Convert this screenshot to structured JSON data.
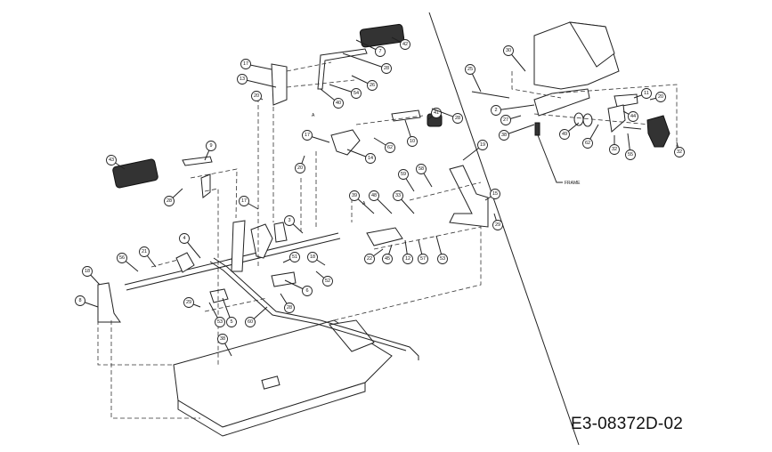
{
  "diagram": {
    "document_code": "E3-08372D-02",
    "frame_label": "FRAME",
    "section_marker": "A",
    "callouts": [
      "42",
      "7",
      "17",
      "28",
      "13",
      "54",
      "26",
      "20",
      "40",
      "41",
      "28",
      "17",
      "62",
      "10",
      "14",
      "20",
      "30",
      "25",
      "2",
      "27",
      "11",
      "20",
      "44",
      "38",
      "49",
      "62",
      "32",
      "55",
      "32",
      "43",
      "9",
      "28",
      "17",
      "3",
      "4",
      "21",
      "56",
      "18",
      "8",
      "29",
      "53",
      "5",
      "60",
      "51",
      "6",
      "52",
      "18",
      "28",
      "38",
      "59",
      "58",
      "39",
      "48",
      "33",
      "19",
      "15",
      "29",
      "22",
      "45",
      "12",
      "57",
      "53"
    ]
  }
}
